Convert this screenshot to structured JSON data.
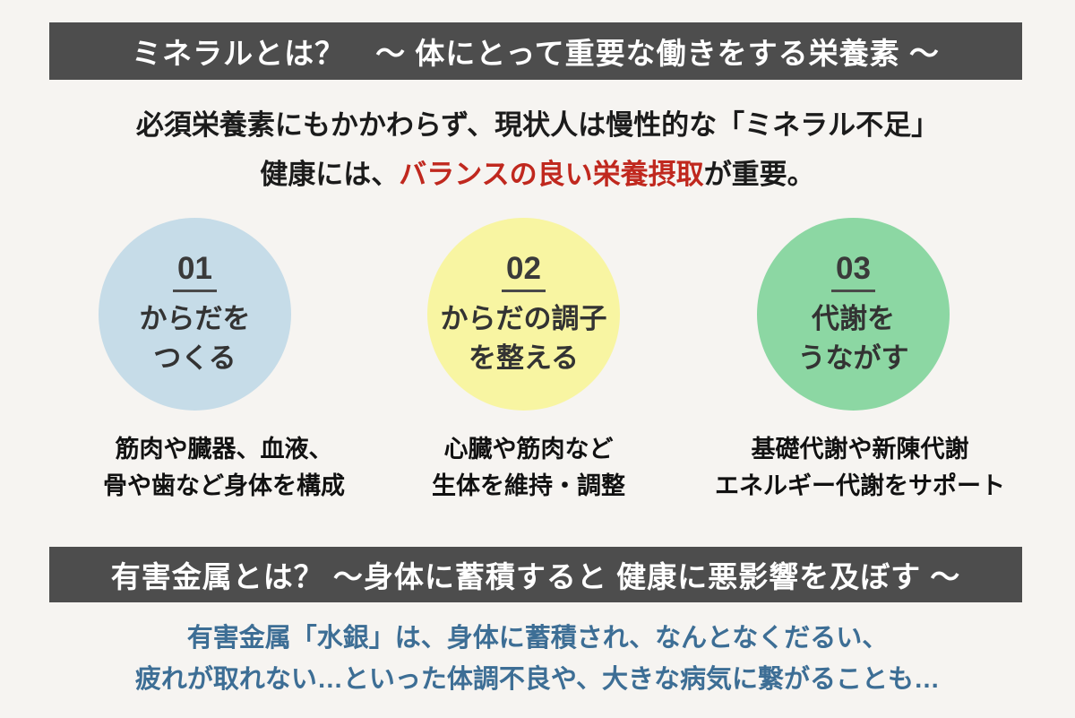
{
  "colors": {
    "page_background": "#f6f4f1",
    "bar_background": "#4d4d4d",
    "bar_text": "#ffffff",
    "body_text": "#1b1b1b",
    "accent_red": "#c0281e",
    "outro_blue": "#3d6e95",
    "circle_text": "#333333"
  },
  "header_primary": {
    "title": "ミネラルとは？　〜 体にとって重要な働きをする栄養素 〜"
  },
  "intro": {
    "line1": "必須栄養素にもかかわらず、現状人は慢性的な「ミネラル不足」",
    "line2_prefix": "健康には、",
    "line2_highlight": "バランスの良い栄養摂取",
    "line2_suffix": "が重要。"
  },
  "points": [
    {
      "number": "01",
      "title_line1": "からだを",
      "title_line2": "つくる",
      "caption_line1": "筋肉や臓器、血液、",
      "caption_line2": "骨や歯など身体を構成",
      "circle_color": "#c6dce8"
    },
    {
      "number": "02",
      "title_line1": "からだの調子",
      "title_line2": "を整える",
      "caption_line1": "心臓や筋肉など",
      "caption_line2": "生体を維持・調整",
      "circle_color": "#f8f5a2"
    },
    {
      "number": "03",
      "title_line1": "代謝を",
      "title_line2": "うながす",
      "caption_line1": "基礎代謝や新陳代謝",
      "caption_line2": "エネルギー代謝をサポート",
      "circle_color": "#8cd7a3"
    }
  ],
  "header_secondary": {
    "title": "有害金属とは？ 〜身体に蓄積すると 健康に悪影響を及ぼす 〜"
  },
  "outro": {
    "line1": "有害金属「水銀」は、身体に蓄積され、なんとなくだるい、",
    "line2": "疲れが取れない…といった体調不良や、大きな病気に繋がることも…"
  }
}
